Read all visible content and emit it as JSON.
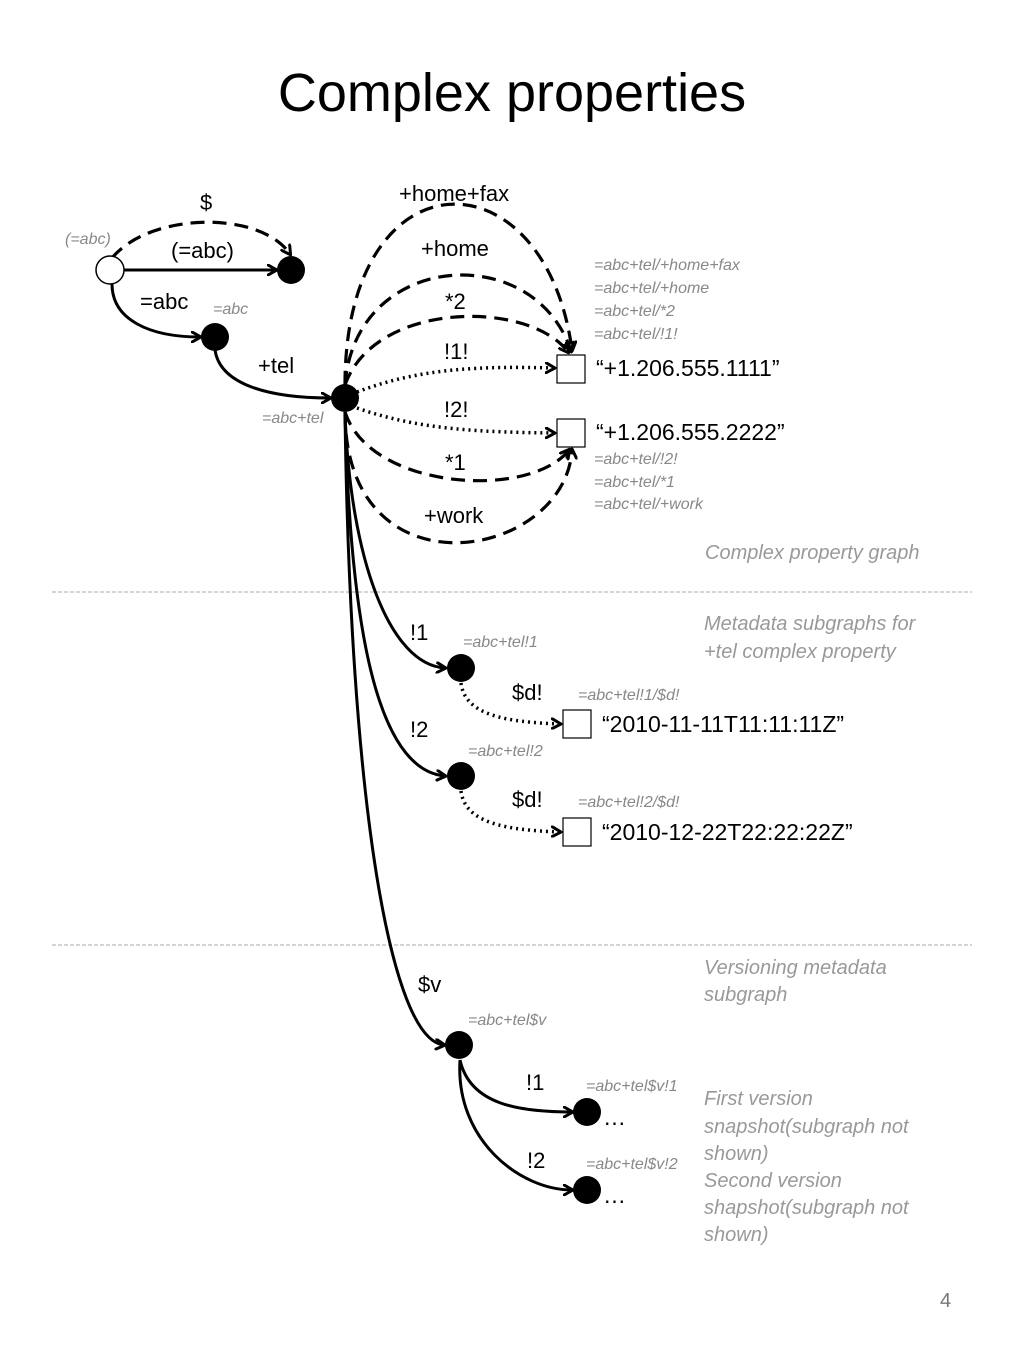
{
  "title": "Complex properties",
  "page_number": "4",
  "edge_labels": {
    "dollar": "$",
    "self_ref": "(=abc)",
    "eq_abc": "=abc",
    "tel": "+tel",
    "home_fax": "+home+fax",
    "home": "+home",
    "star2": "*2",
    "bang1bang": "!1!",
    "bang2bang": "!2!",
    "star1": "*1",
    "work": "+work",
    "meta1": "!1",
    "meta1_d": "$d!",
    "meta2": "!2",
    "meta2_d": "$d!",
    "version": "$v",
    "v1": "!1",
    "v2": "!2"
  },
  "node_labels": {
    "root": "(=abc)",
    "abc": "=abc",
    "tel": "=abc+tel",
    "meta1": "=abc+tel!1",
    "meta1_d": "=abc+tel!1/$d!",
    "meta2": "=abc+tel!2",
    "meta2_d": "=abc+tel!2/$d!",
    "version": "=abc+tel$v",
    "v1": "=abc+tel$v!1",
    "v2": "=abc+tel$v!2"
  },
  "value1_paths": [
    "=abc+tel/+home+fax",
    "=abc+tel/+home",
    "=abc+tel/*2",
    "=abc+tel/!1!"
  ],
  "value2_paths": [
    "=abc+tel/!2!",
    "=abc+tel/*1",
    "=abc+tel/+work"
  ],
  "values": {
    "phone1": "“+1.206.555.1111”",
    "phone2": "“+1.206.555.2222”",
    "date1": "“2010-11-11T11:11:11Z”",
    "date2": "“2010-12-22T22:22:22Z”",
    "ellipsis1": "…",
    "ellipsis2": "…"
  },
  "captions": {
    "graph": "Complex property graph",
    "metadata_line1": "Metadata subgraphs for",
    "metadata_line2": "+tel complex property",
    "versioning_line1": "Versioning metadata",
    "versioning_line2": "subgraph",
    "first_line1": "First version",
    "first_line2": "snapshot(subgraph not",
    "first_line3": "shown)",
    "second_line1": "Second version",
    "second_line2": "shapshot(subgraph not",
    "second_line3": "shown)"
  }
}
